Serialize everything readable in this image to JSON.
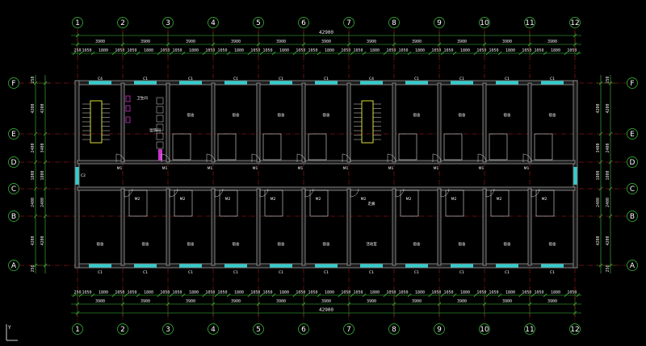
{
  "colors": {
    "background": "#000000",
    "grid_line": "#c02020",
    "wall": "#9a9a9a",
    "wall_fill": "#1c1c1c",
    "dimension": "#3cc83c",
    "axis_circle": "#3cc83c",
    "window": "#33cccc",
    "stair": "#dddd33",
    "door": "#dddddd",
    "text": "#ffffff",
    "toilet_fixture": "#cc33cc"
  },
  "drawing": {
    "col_axes": [
      "1",
      "2",
      "3",
      "4",
      "5",
      "6",
      "7",
      "8",
      "9",
      "10",
      "11",
      "12"
    ],
    "row_axes": [
      "F",
      "E",
      "D",
      "C",
      "B",
      "A"
    ],
    "overall_dim_top": "42900",
    "overall_dim_bottom": "42900",
    "bay_dims_top": [
      "3900",
      "3900",
      "3900",
      "3900",
      "3900",
      "3900",
      "3900",
      "3900",
      "3900",
      "3900",
      "3900"
    ],
    "bay_dims_bottom": [
      "3900",
      "3900",
      "3900",
      "3900",
      "3900",
      "3900",
      "3900",
      "3900",
      "3900",
      "3900",
      "3900"
    ],
    "sub_dims_top": [
      "250",
      "1050",
      "1800",
      "1050",
      "1050",
      "1800",
      "1050",
      "1050",
      "1800",
      "1050",
      "1050",
      "1800",
      "1050",
      "1050",
      "1800",
      "1050",
      "1050",
      "1800",
      "1050",
      "1050",
      "1800",
      "1050",
      "1050",
      "1800",
      "1050",
      "1050",
      "1800",
      "1050",
      "1050",
      "1800",
      "1050",
      "1050",
      "1800",
      "1050",
      "250"
    ],
    "sub_dims_bottom": [
      "250",
      "1050",
      "1800",
      "1050",
      "1050",
      "1800",
      "1050",
      "1050",
      "1800",
      "1050",
      "1050",
      "1800",
      "1050",
      "1050",
      "1800",
      "1050",
      "1050",
      "1800",
      "1050",
      "1050",
      "1800",
      "1050",
      "1050",
      "1800",
      "1050",
      "1050",
      "1800",
      "1050",
      "1050",
      "1800",
      "1050",
      "1050",
      "1800",
      "1050",
      "250"
    ],
    "left_dims_outer": [
      "250",
      "4200",
      "2400",
      "1800",
      "2400",
      "4200",
      "250"
    ],
    "left_dims_inner": [
      "4200",
      "3400",
      "1800",
      "2400",
      "4200"
    ],
    "right_dims_outer": [
      "250",
      "4200",
      "2400",
      "1800",
      "2400",
      "4200",
      "250"
    ],
    "right_dims_inner": [
      "4200",
      "3400",
      "1800",
      "2400",
      "4200"
    ],
    "window_labels_top": [
      "C4",
      "C1",
      "C1",
      "C1",
      "C1",
      "C1",
      "C4",
      "C1",
      "C1",
      "C1",
      "C1",
      "C1"
    ],
    "window_labels_bottom": [
      "C1",
      "C1",
      "C1",
      "C1",
      "C1",
      "C1",
      "C1",
      "C1",
      "C1",
      "C1",
      "C1"
    ],
    "room_label_north": "宿舍",
    "room_label_south": "宿舍",
    "room_label_lounge": "活动室",
    "room_label_toilet": "卫生间",
    "room_label_wash": "盥洗间",
    "corridor_label": "走廊",
    "door_label": "M1",
    "door_label_2": "M2",
    "window_label_c2": "C2",
    "ucs_label": "Y"
  }
}
